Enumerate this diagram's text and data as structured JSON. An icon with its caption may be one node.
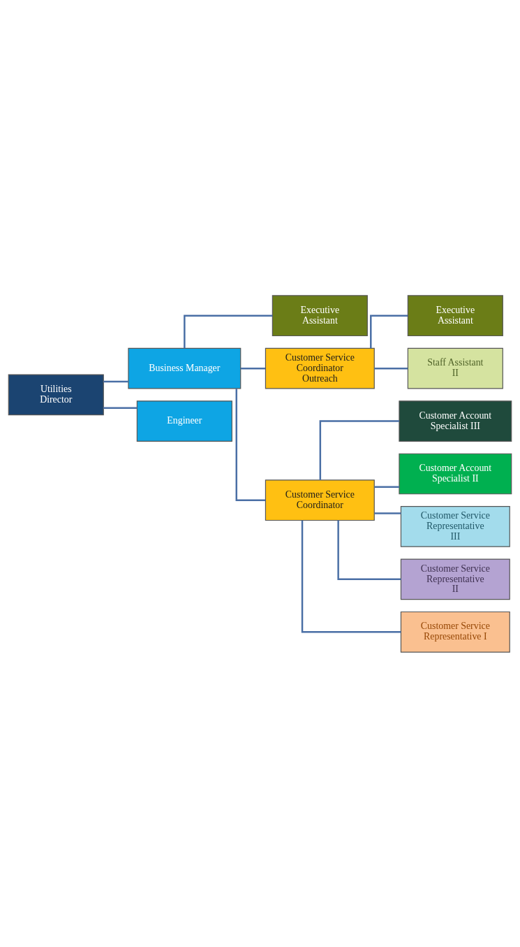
{
  "diagram": {
    "nodes": [
      {
        "text": [
          "Utilities Director"
        ]
      },
      {
        "text": [
          "Business Manager"
        ]
      },
      {
        "text": [
          "Engineer"
        ]
      },
      {
        "text": [
          "Executive Assistant"
        ]
      },
      {
        "text": [
          "Customer Service Coordinator Outreach"
        ]
      },
      {
        "text": [
          "Customer Service Coordinator"
        ]
      },
      {
        "text": [
          "Executive Assistant"
        ]
      },
      {
        "text": [
          "Staff Assistant II"
        ]
      },
      {
        "text": [
          "Customer Account Specialist III"
        ]
      },
      {
        "text": [
          "Customer Account Specialist II"
        ]
      },
      {
        "text": [
          "Customer Service Representative III"
        ]
      },
      {
        "text": [
          "Customer Service Representative II"
        ]
      },
      {
        "text": [
          "Customer Service Representative I"
        ]
      }
    ],
    "edges": [
      {
        "from": 0,
        "to": 1,
        "arrow": "none"
      },
      {
        "from": 0,
        "to": 2,
        "arrow": "none"
      },
      {
        "from": 1,
        "to": 3,
        "arrow": "none"
      },
      {
        "from": 1,
        "to": 4,
        "arrow": "none"
      },
      {
        "from": 1,
        "to": 5,
        "arrow": "none"
      },
      {
        "from": 4,
        "to": 6,
        "arrow": "none"
      },
      {
        "from": 4,
        "to": 7,
        "arrow": "none"
      },
      {
        "from": 5,
        "to": 8,
        "arrow": "none"
      },
      {
        "from": 5,
        "to": 9,
        "arrow": "none"
      },
      {
        "from": 5,
        "to": 10,
        "arrow": "none"
      },
      {
        "from": 5,
        "to": 11,
        "arrow": "none"
      },
      {
        "from": 5,
        "to": 12,
        "arrow": "none"
      }
    ]
  }
}
